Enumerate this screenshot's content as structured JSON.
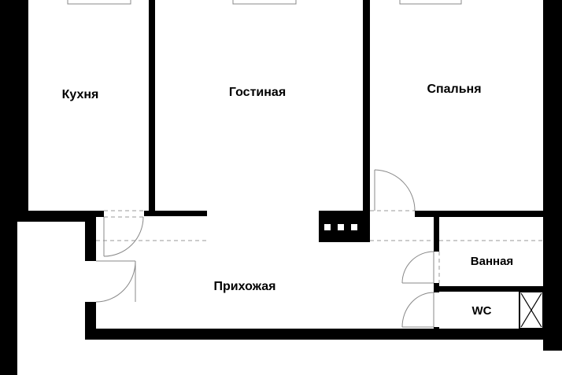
{
  "rooms": {
    "kitchen": "Кухня",
    "living_room": "Гостиная",
    "bedroom": "Спальня",
    "hallway": "Прихожая",
    "bathroom": "Ванная",
    "toilet": "WC"
  },
  "colors": {
    "wall": "#000000",
    "background": "#ffffff",
    "door_line": "#888888",
    "dashed_line": "#999999"
  }
}
